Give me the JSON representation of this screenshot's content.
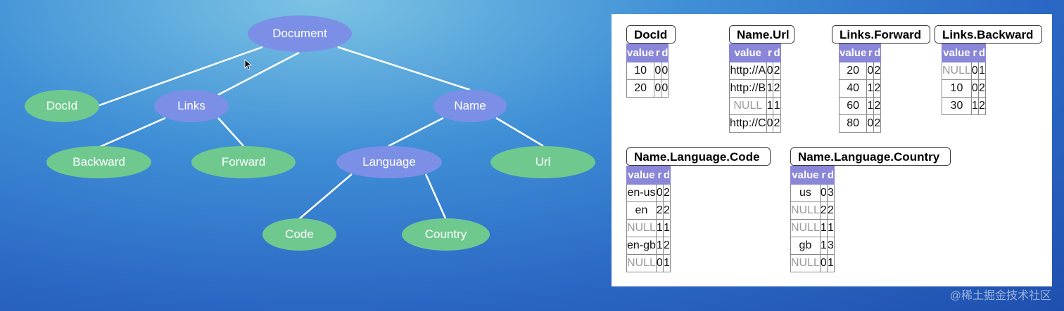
{
  "tree": {
    "document": "Document",
    "docid": "DocId",
    "links": "Links",
    "name": "Name",
    "backward": "Backward",
    "forward": "Forward",
    "language": "Language",
    "url": "Url",
    "code": "Code",
    "country": "Country"
  },
  "tables": {
    "docid": {
      "title": "DocId",
      "headers": [
        "value",
        "r",
        "d"
      ],
      "rows": [
        [
          "10",
          "0",
          "0"
        ],
        [
          "20",
          "0",
          "0"
        ]
      ]
    },
    "name_url": {
      "title": "Name.Url",
      "headers": [
        "value",
        "r",
        "d"
      ],
      "rows": [
        [
          "http://A",
          "0",
          "2"
        ],
        [
          "http://B",
          "1",
          "2"
        ],
        [
          "NULL",
          "1",
          "1"
        ],
        [
          "http://C",
          "0",
          "2"
        ]
      ]
    },
    "links_forward": {
      "title": "Links.Forward",
      "headers": [
        "value",
        "r",
        "d"
      ],
      "rows": [
        [
          "20",
          "0",
          "2"
        ],
        [
          "40",
          "1",
          "2"
        ],
        [
          "60",
          "1",
          "2"
        ],
        [
          "80",
          "0",
          "2"
        ]
      ]
    },
    "links_backward": {
      "title": "Links.Backward",
      "headers": [
        "value",
        "r",
        "d"
      ],
      "rows": [
        [
          "NULL",
          "0",
          "1"
        ],
        [
          "10",
          "0",
          "2"
        ],
        [
          "30",
          "1",
          "2"
        ]
      ]
    },
    "lang_code": {
      "title": "Name.Language.Code",
      "headers": [
        "value",
        "r",
        "d"
      ],
      "rows": [
        [
          "en-us",
          "0",
          "2"
        ],
        [
          "en",
          "2",
          "2"
        ],
        [
          "NULL",
          "1",
          "1"
        ],
        [
          "en-gb",
          "1",
          "2"
        ],
        [
          "NULL",
          "0",
          "1"
        ]
      ]
    },
    "lang_country": {
      "title": "Name.Language.Country",
      "headers": [
        "value",
        "r",
        "d"
      ],
      "rows": [
        [
          "us",
          "0",
          "3"
        ],
        [
          "NULL",
          "2",
          "2"
        ],
        [
          "NULL",
          "1",
          "1"
        ],
        [
          "gb",
          "1",
          "3"
        ],
        [
          "NULL",
          "0",
          "1"
        ]
      ]
    }
  },
  "watermark": "@稀土掘金技术社区"
}
